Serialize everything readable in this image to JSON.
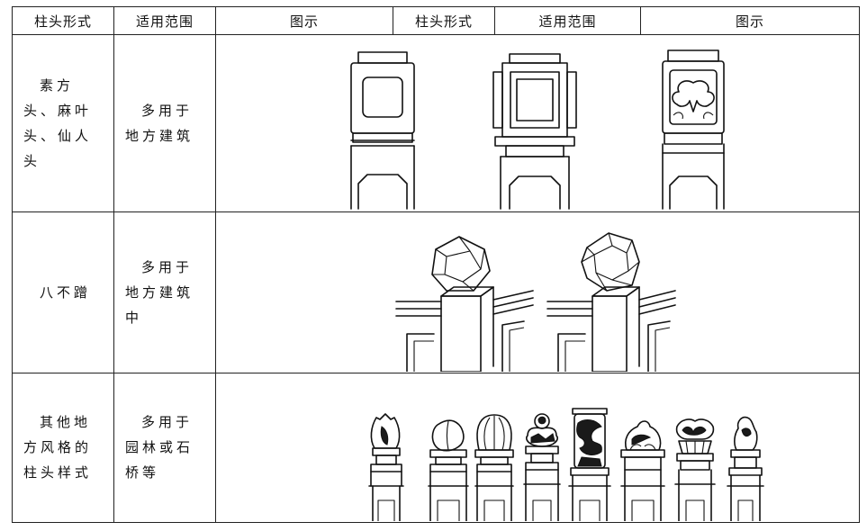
{
  "header": {
    "col1": "柱头形式",
    "col2": "适用范围",
    "col3": "图示",
    "col4": "柱头形式",
    "col5": "适用范围",
    "col6": "图示"
  },
  "rows": [
    {
      "form": "素方头、麻叶头、仙人头",
      "scope": "多用于地方建筑",
      "figure_icons": [
        "plain-square-capital-icon",
        "framed-square-capital-icon",
        "cloud-carved-capital-icon"
      ]
    },
    {
      "form": "八不蹭",
      "scope": "多用于地方建筑中",
      "figure_icons": [
        "octagonal-capital-railing-icon",
        "faceted-ball-capital-railing-icon"
      ]
    },
    {
      "form": "其他地方风格的柱头样式",
      "scope": "多用于园林或石桥等",
      "figure_icons": [
        "vase-capital-icon",
        "peach-capital-icon",
        "lotus-bud-capital-icon",
        "crown-capital-icon",
        "dragon-carved-capital-icon",
        "frog-capital-icon",
        "lotus-capital-icon",
        "bird-capital-icon"
      ]
    }
  ]
}
